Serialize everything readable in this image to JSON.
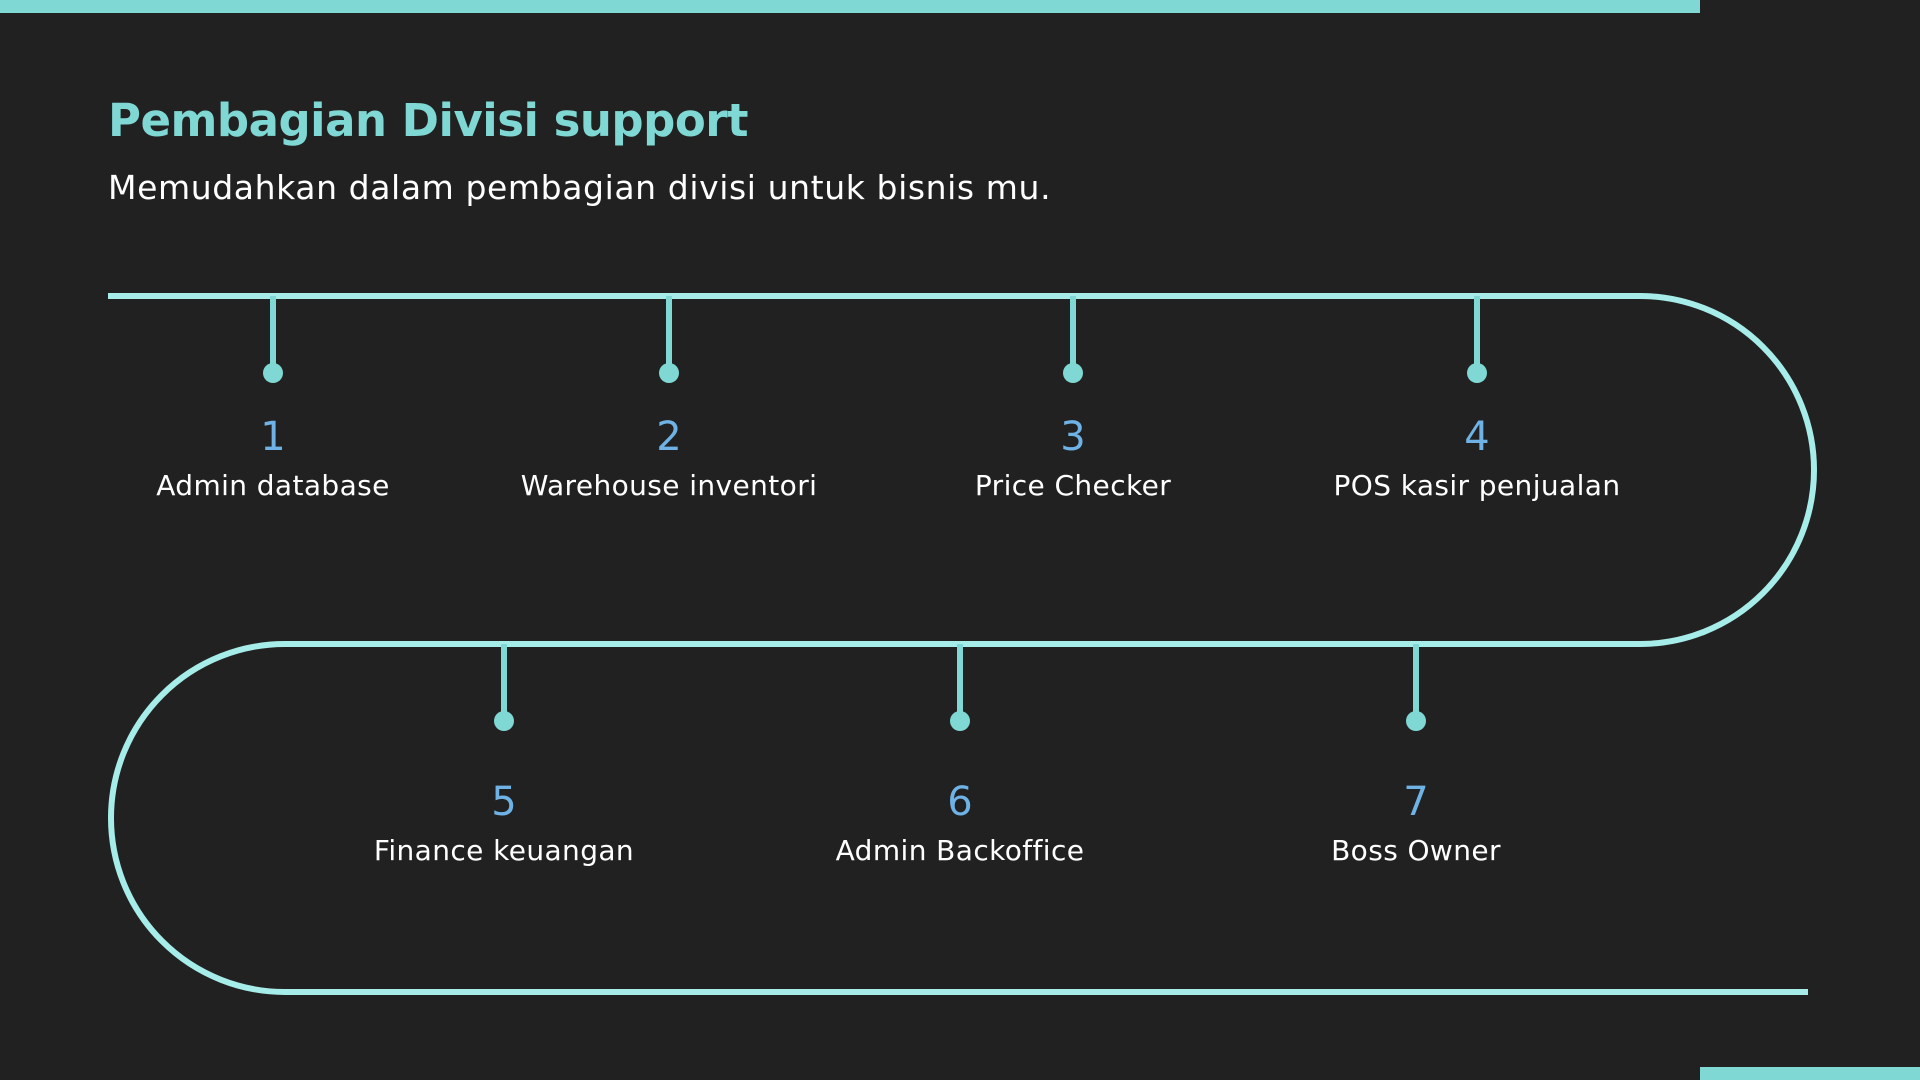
{
  "header": {
    "title": "Pembagian Divisi support",
    "subtitle": "Memudahkan dalam pembagian divisi untuk bisnis mu."
  },
  "steps": [
    {
      "number": "1",
      "label": "Admin database"
    },
    {
      "number": "2",
      "label": "Warehouse inventori"
    },
    {
      "number": "3",
      "label": "Price Checker"
    },
    {
      "number": "4",
      "label": "POS kasir penjualan"
    },
    {
      "number": "5",
      "label": "Finance keuangan"
    },
    {
      "number": "6",
      "label": "Admin Backoffice"
    },
    {
      "number": "7",
      "label": "Boss Owner"
    }
  ],
  "colors": {
    "background": "#212121",
    "accent": "#7fd8d3",
    "number": "#6fb3e6",
    "text": "#ffffff"
  }
}
